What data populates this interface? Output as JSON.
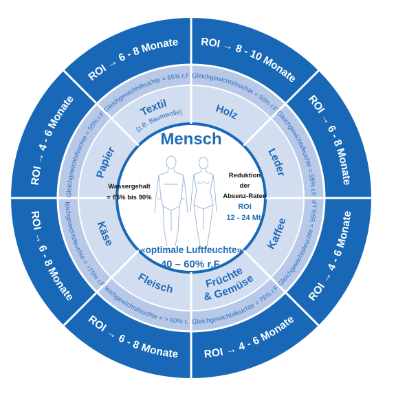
{
  "colors": {
    "outer_ring": "#1868b7",
    "eq_ring": "#b8c9e7",
    "material_ring": "#d3ddf0",
    "center": "#ffffff",
    "text_blue": "#1f6bb8",
    "divider": "#ffffff"
  },
  "segments": [
    {
      "roi": "ROI → 8 - 10 Monate",
      "eq": "Gleichgewichtsfeuchte = 50% r.F.",
      "material": "Holz",
      "sub": ""
    },
    {
      "roi": "ROI → 6 - 8 Monate",
      "eq": "Gleichgewichtsfeuchte = 55% r.F.",
      "material": "Leder",
      "sub": ""
    },
    {
      "roi": "ROI → 4 - 6 Monate",
      "eq": "Gleichgewichtsfeuchte = 55% r.F.",
      "material": "Kaffee",
      "sub": ""
    },
    {
      "roi": "ROI → 4 - 6 Monate",
      "eq": "Gleichgewichtsfeuchte = 75% r.F.",
      "material": "Früchte & Gemüse",
      "sub": ""
    },
    {
      "roi": "ROI → 6 - 8 Monate",
      "eq": "Gleichgewichtsfeuchte = > 60% r.F.",
      "material": "Fleisch",
      "sub": ""
    },
    {
      "roi": "ROI → 6 - 8 Monate",
      "eq": "Gleichgewichtsfeuchte = >75% r.F.",
      "material": "Käse",
      "sub": ""
    },
    {
      "roi": "ROI → 4 - 6 Monate",
      "eq": "Gleichgewichtsfeuchte = 55% r.F.",
      "material": "Papier",
      "sub": ""
    },
    {
      "roi": "ROI → 6 - 8 Monate",
      "eq": "Gleichgewichtsfeuchte = 65% r.F.",
      "material": "Textil",
      "sub": "(z.B. Baumwolle)"
    }
  ],
  "center": {
    "title": "Mensch",
    "left_line1": "Wassergehalt",
    "left_line2": "= 65% bis 90%",
    "right_line1": "Reduktion",
    "right_line2": "der",
    "right_line3": "Absenz-Raten",
    "roi_label": "ROI",
    "roi_value": "12 - 24 Mt.",
    "optimal": "«optimale Luftfeuchte»",
    "range": "40 – 60% r.F."
  }
}
